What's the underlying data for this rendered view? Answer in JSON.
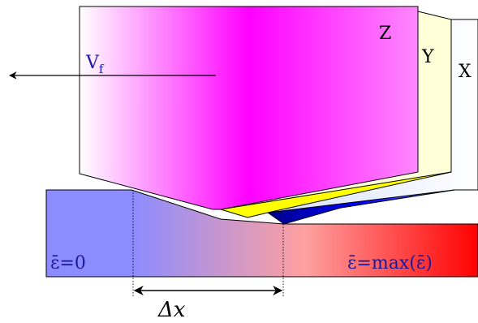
{
  "labels": {
    "z": "Z",
    "y": "Y",
    "x": "X",
    "vf_main": "V",
    "vf_sub": "f",
    "strain_zero": "ε̄=0",
    "strain_max_prefix": "ε̄=max(",
    "strain_max_inner": "ε̄",
    "strain_max_suffix": ")",
    "delta_x": "Δx"
  },
  "colors": {
    "tool_z_edge": "#ffffff",
    "tool_z_center": "#ff00ff",
    "tool_z_right": "#ff88ff",
    "tool_y_fill": "#ffffd8",
    "tool_y_chip": "#ffff00",
    "tool_x_fill_left": "#dde6ff",
    "tool_x_fill_right": "#ffffff",
    "tool_x_chip": "#0000ff",
    "workpiece_left": "#8c8cff",
    "workpiece_mid": "#ffa0a0",
    "workpiece_right": "#ff0000",
    "vf_text": "#1a1aaa",
    "strain_text": "#1a1a99"
  }
}
